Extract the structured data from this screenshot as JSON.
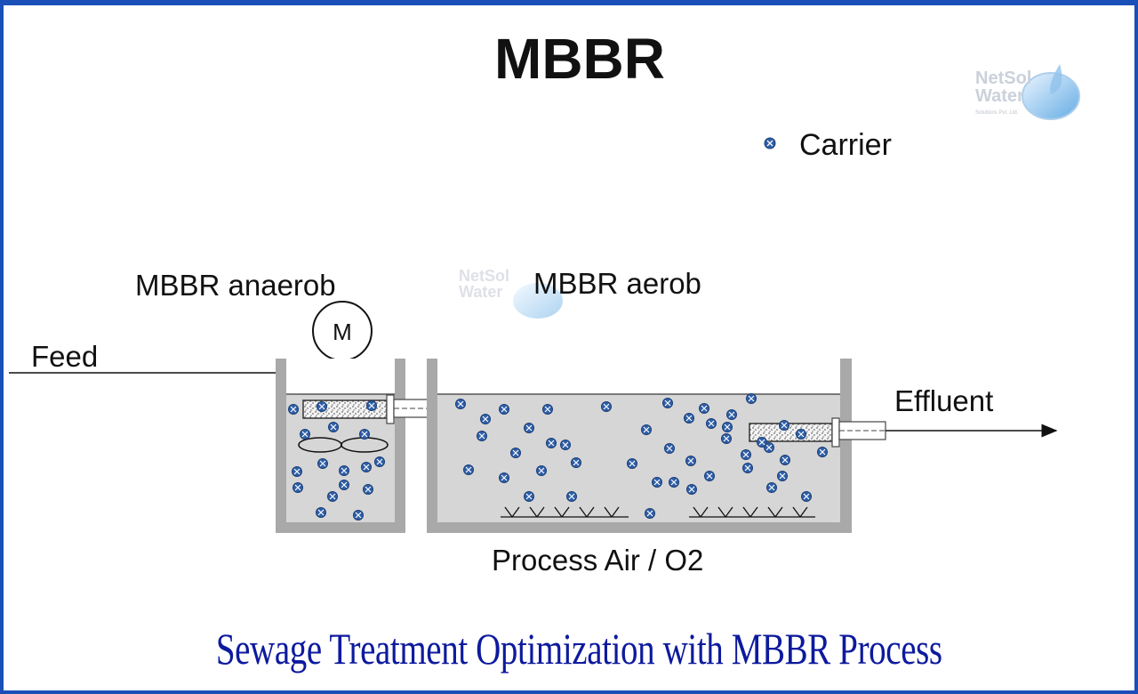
{
  "title": "MBBR",
  "logo": {
    "line1": "NetSol",
    "line2": "Water",
    "tagline": "Solutions Pvt. Ltd."
  },
  "legend": {
    "carrier_label": "Carrier"
  },
  "labels": {
    "anaerob": "MBBR anaerob",
    "aerob": "MBBR aerob",
    "motor": "M",
    "feed": "Feed",
    "effluent": "Effluent",
    "air": "Process Air / O2"
  },
  "caption": "Sewage Treatment Optimization with MBBR Process",
  "colors": {
    "frame": "#1a4fb8",
    "carrier": "#2f5fa8",
    "water": "#d6d6d6",
    "caption": "#0d1a9e"
  }
}
